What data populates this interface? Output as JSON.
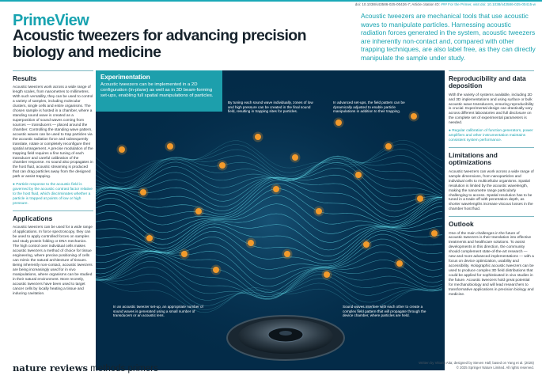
{
  "header": {
    "doi_text": "doi: 10.1038/s43586-025-00426-7; Article citation ID: ",
    "doi_suffix": "### For the Primer, visit doi: 10.1038/s43586-025-00415-w",
    "brand": "PrimeView",
    "headline": "Acoustic tweezers for advancing precision biology and medicine",
    "standfirst": "Acoustic tweezers are mechanical tools that use acoustic waves to manipulate particles. Harnessing acoustic radiation forces generated in the system, acoustic tweezers are inherently non-contact and, compared with other trapping techniques, are also label free, as they can directly manipulate the sample under study."
  },
  "results": {
    "title": "Results",
    "body": "Acoustic tweezers work across a wide range of length scales, from nanometres to millimetres. With such versatility, they can be used to control a variety of samples, including molecular clusters, single cells and entire organisms. The chosen sample is hosted in a chamber, where a standing sound wave is created as a superposition of sound waves coming from sources — transducers — placed around the chamber. Controlling the standing wave pattern, acoustic waves can be used to trap particles via the acoustic radiation force and subsequently translate, rotate or completely reconfigure their spatial arrangement. A precise modulation of the trapping field requires a fine tuning of each transducer and careful calibration of the chamber response. As sound also propagates in the host fluid, acoustic streaming is produced that can drag particles away from the designed path or assist trapping.",
    "note": "Particle response to the acoustic field is governed by the acoustic contrast factor relative to the host fluid, which discriminates whether a particle is trapped at points of low or high pressure."
  },
  "applications": {
    "title": "Applications",
    "body": "Acoustic tweezers can be used for a wide range of applications. In force spectroscopy, they can be used to apply controlled forces on samples and study protein folding or DNA mechanics. The high control over individual cells makes acoustic tweezers a method of choice for tissue engineering, where precise positioning of cells can mimic the natural architecture of tissues. Being inherently non-contact, acoustic tweezers are being increasingly used for in vivo manipulations, where organisms can be studied in their natural environment. More recently, acoustic tweezers have been used to target cancer cells by locally heating a tissue and inducing cavitation."
  },
  "experimentation": {
    "title": "Experimentation",
    "intro": "Acoustic tweezers can be implemented in a 2D configuration (in-plane) as well as in 3D beam-forming set-ups, enabling full spatial manipulations of particles.",
    "captions": [
      "By tuning each sound wave individually, zones of low and high pressure can be created in the final sound field, resulting in trapping sites for particles.",
      "In advanced set-ups, the field pattern can be dynamically adjusted to enable particle manipulations in addition to their trapping.",
      "In an acoustic tweezer set-up, an appropriate number of sound waves is generated using a small number of transducers or an acoustic lens.",
      "Sound waves interfere with each other to create a complex field pattern that will propagate through the device chamber, where particles are held."
    ],
    "colors": {
      "panel": "#032b48",
      "wave": "#5fd6e4",
      "particle": "#f39a2b"
    }
  },
  "reproducibility": {
    "title": "Reproducibility and data deposition",
    "body": "With the variety of systems available, including 2D and 3D implementations and using surface or bulk acoustic wave transducers, ensuring reproducibility is crucial. Experimental design can drastically vary across different laboratories and full disclosure on the complete set of experimental parameters is needed.",
    "note": "Regular calibration of function generators, power amplifiers and other instrumentation maintains consistent system performance."
  },
  "limitations": {
    "title": "Limitations and optimizations",
    "body": "Acoustic tweezers can work across a wide range of sample dimensions, from nanoparticles and individual cells to multicellular organisms. Spatial resolution is limited by the acoustic wavelength, making the nanometre range particularly challenging to access. Spatial resolution has to be tuned in a trade-off with penetration depth, as shorter wavelengths increase viscous losses in the chamber host fluid."
  },
  "outlook": {
    "title": "Outlook",
    "body": "One of the main challenges in the future of acoustic tweezers is their translation into effective treatments and healthcare solutions. To assist developments in this direction, the community should complement state-of-the-art research — new and more advanced implementations — with a focus on device optimization, usability and accessibility. Holographic acoustic tweezers can be used to produce complex 3D field distributions that could be applied for sophisticated in vivo studies in the future. Acoustic tweezers hold great potential for mechanobiology and will lead researchers to transformative applications in precision biology and medicine."
  },
  "footer": {
    "journal_bold": "nature reviews",
    "journal_rest": " methods primers",
    "credit_line1": "Written by Vittorio Aita; designed by Steven Hall; based on Yang et al. (2025)",
    "credit_line2": "© 2025 Springer Nature Limited. All rights reserved."
  }
}
